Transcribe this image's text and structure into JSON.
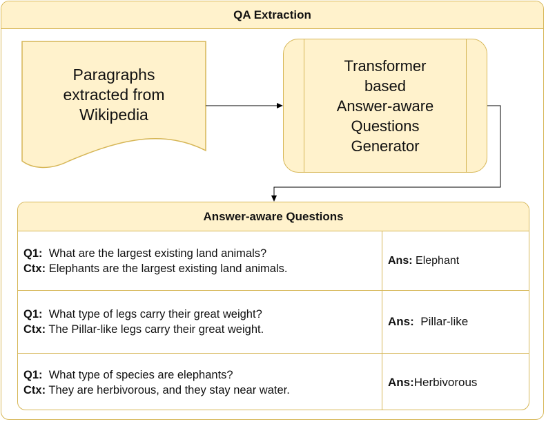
{
  "title": "QA Extraction",
  "document_lines": [
    "Paragraphs",
    "extracted from",
    "Wikipedia"
  ],
  "process_lines": [
    "Transformer",
    "based",
    "Answer-aware",
    "Questions",
    "Generator"
  ],
  "table": {
    "title": "Answer-aware Questions",
    "rows": [
      {
        "q_label": "Q1:",
        "question": "What are the largest existing land animals?",
        "ctx_label": "Ctx:",
        "context": "Elephants are the largest existing land animals.",
        "ans_label": "Ans:",
        "answer": "Elephant"
      },
      {
        "q_label": "Q1:",
        "question": "What type of legs carry their great weight?",
        "ctx_label": "Ctx:",
        "context": "The Pillar-like legs carry their great weight.",
        "ans_label": "Ans:",
        "answer": "Pillar-like"
      },
      {
        "q_label": "Q1:",
        "question": "What type of species are elephants?",
        "ctx_label": "Ctx:",
        "context": "They are herbivorous, and they stay near water.",
        "ans_label": "Ans:",
        "answer": "Herbivorous"
      }
    ]
  },
  "colors": {
    "fill": "#fff2cc",
    "stroke": "#d6b656",
    "arrow": "#000000"
  }
}
